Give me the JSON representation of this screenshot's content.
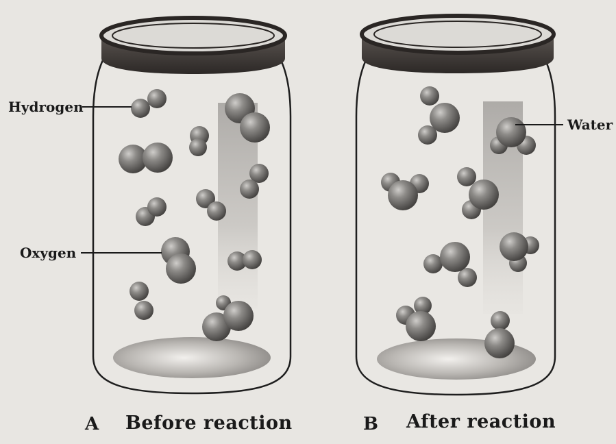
{
  "labels": {
    "hydrogen": "Hydrogen",
    "oxygen": "Oxygen",
    "water": "Water"
  },
  "captions": {
    "jar_a_letter": "A",
    "jar_a_text": "Before reaction",
    "jar_b_letter": "B",
    "jar_b_text": "After reaction"
  },
  "colors": {
    "background": "#e8e6e2",
    "lid": "#3a3532",
    "molecule": "#6a6866",
    "jar_outline": "#1e1e1e"
  }
}
